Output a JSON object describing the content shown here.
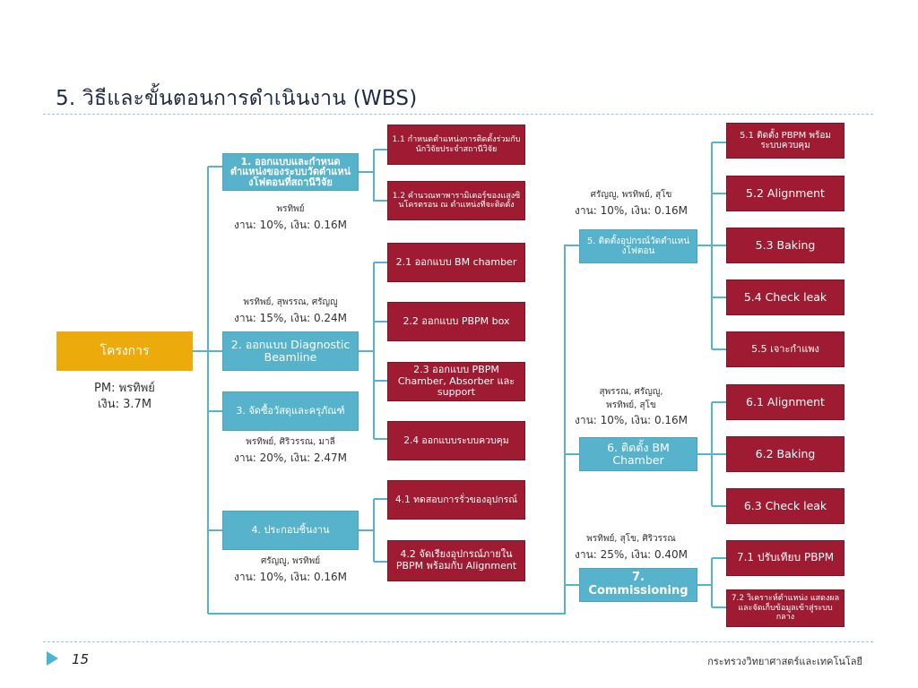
{
  "slide": {
    "title": "5. วิธีและขั้นตอนการดำเนินงาน (WBS)",
    "page_number": "15",
    "ministry": "กระทรวงวิทยาศาสตร์และเทคโนโลยี"
  },
  "colors": {
    "red": "#9e1b32",
    "blue": "#57b3cc",
    "gold": "#ecab0b",
    "connector": "#57b3cc"
  },
  "root": {
    "label": "โครงการ",
    "pm": "PM: พรทิพย์",
    "budget": "เงิน: 3.7M"
  },
  "tasks": {
    "t1": {
      "label": "1. ออกแบบและกำหนดตำแหน่งของระบบวัดตำแหน่งโฟตอนที่สถานีวิจัย",
      "people": "พรทิพย์",
      "effort": "งาน: 10%, เงิน: 0.16M"
    },
    "t2": {
      "label": "2. ออกแบบ Diagnostic Beamline",
      "people": "พรทิพย์, สุพรรณ, ศรัญญู",
      "effort": "งาน: 15%, เงิน: 0.24M"
    },
    "t3": {
      "label": "3. จัดซื้อวัสดุและครุภัณฑ์",
      "people": "พรทิพย์, ศิริวรรณ, มาลี",
      "effort": "งาน: 20%, เงิน: 2.47M"
    },
    "t4": {
      "label": "4. ประกอบชิ้นงาน",
      "people": "ศรัญญู, พรทิพย์",
      "effort": "งาน: 10%, เงิน: 0.16M"
    },
    "t5": {
      "label": "5. ติดตั้งอุปกรณ์วัดตำแหน่งโฟตอน",
      "people": "ศรัญญู, พรทิพย์, สุโข",
      "effort": "งาน: 10%, เงิน: 0.16M"
    },
    "t6": {
      "label": "6. ติดตั้ง BM Chamber",
      "people1": "สุพรรณ, ศรัญญู,",
      "people2": "พรทิพย์, สุโข",
      "effort": "งาน: 10%, เงิน: 0.16M"
    },
    "t7": {
      "label": "7. Commissioning",
      "people": "พรทิพย์, สุโข, ศิริวรรณ",
      "effort": "งาน: 25%, เงิน: 0.40M"
    }
  },
  "subtasks": {
    "s1_1": "1.1 กำหนดตำแหน่งการติดตั้งร่วมกับนักวิจัยประจำสถานีวิจัย",
    "s1_2": "1.2 คำนวณหาพารามิเตอร์ของแสงซินโครตรอน ณ ตำแหน่งที่จะติดตั้ง",
    "s2_1": "2.1 ออกแบบ BM chamber",
    "s2_2": "2.2 ออกแบบ PBPM box",
    "s2_3": "2.3 ออกแบบ PBPM Chamber, Absorber และ support",
    "s2_4": "2.4 ออกแบบระบบควบคุม",
    "s4_1": "4.1 ทดสอบการรั่วของอุปกรณ์",
    "s4_2": "4.2 จัดเรียงอุปกรณ์ภายใน PBPM พร้อมกับ Alignment",
    "s5_1": "5.1 ติดตั้ง PBPM พร้อมระบบควบคุม",
    "s5_2": "5.2 Alignment",
    "s5_3": "5.3 Baking",
    "s5_4": "5.4 Check leak",
    "s5_5": "5.5 เจาะกำแพง",
    "s6_1": "6.1 Alignment",
    "s6_2": "6.2 Baking",
    "s6_3": "6.3 Check leak",
    "s7_1": "7.1 ปรับเทียบ PBPM",
    "s7_2": "7.2 วิเคราะห์ตำแหน่ง แสดงผลและจัดเก็บข้อมูลเข้าสู่ระบบกลาง"
  }
}
